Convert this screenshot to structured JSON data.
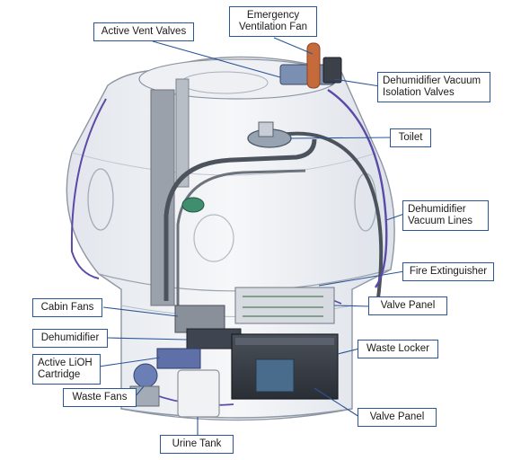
{
  "colors": {
    "callout_border": "#2a5597",
    "leader_line": "#2a5597",
    "hull_outline": "#8d96a4",
    "duct": "#808891",
    "purple_lines": "#5b4aa8",
    "copper_pipe": "#c56a3a",
    "locker_dark": "#353a42"
  },
  "labels": {
    "active_vent_valves": "Active Vent Valves",
    "emergency_fan_line1": "Emergency",
    "emergency_fan_line2": "Ventilation Fan",
    "dehum_valves_line1": "Dehumidifier Vacuum",
    "dehum_valves_line2": "Isolation Valves",
    "toilet": "Toilet",
    "dehum_lines_line1": "Dehumidifier",
    "dehum_lines_line2": "Vacuum Lines",
    "fire_extinguisher": "Fire Extinguisher",
    "cabin_fans": "Cabin Fans",
    "valve_panel_upper": "Valve Panel",
    "dehumidifier": "Dehumidifier",
    "waste_locker": "Waste Locker",
    "lioh_line1": "Active LiOH",
    "lioh_line2": "Cartridge",
    "valve_panel_lower": "Valve Panel",
    "waste_fans": "Waste Fans",
    "urine_tank": "Urine Tank"
  }
}
